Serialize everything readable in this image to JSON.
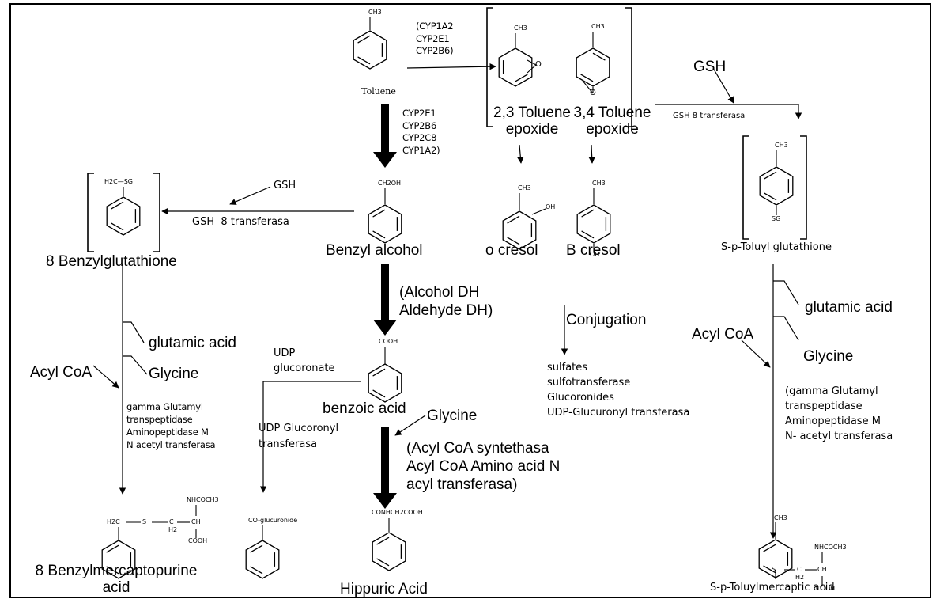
{
  "diagram": {
    "compounds": {
      "toluene": "Toluene",
      "epoxide23": "2,3 Toluene\nepoxide",
      "epoxide34": "3,4 Toluene\nepoxide",
      "benzyl_alcohol": "Benzyl alcohol",
      "o_cresol": "o cresol",
      "p_cresol": "B cresol",
      "benzylglutathione": "8 Benzylglutathione",
      "toluyl_glutathione": "S-p-Toluyl glutathione",
      "benzoic_acid": "benzoic acid",
      "hippuric_acid": "Hippuric Acid",
      "benzylmercaptopurine": "8 Benzylmercaptopurine\nacid",
      "toluylmercaptic": "S-p-Toluylmercaptic acid"
    },
    "enzymes": {
      "cyp_top": "(CYP1A2\nCYP2E1\nCYP2B6)",
      "cyp_down": "CYP2E1\nCYP2B6\nCYP2C8\nCYP1A2)",
      "gsh_transferase_left": "GSH  8 transferasa",
      "gsh_transferase_right": "GSH 8 transferasa",
      "alcohol_dh": "(Alcohol DH\nAldehyde DH)",
      "acyl_synthetase": "(Acyl CoA syntethasa\nAcyl CoA Amino acid N\nacyl transferasa)",
      "udp_transferase": "UDP Glucoronyl\ntransferasa",
      "peptidase_left": "gamma Glutamyl\ntranspeptidase\nAminopeptidase M\nN acetyl transferasa",
      "peptidase_right": "(gamma Glutamyl\ntranspeptidase\nAminopeptidase M\nN- acetyl transferasa"
    },
    "cofactors": {
      "gsh_left": "GSH",
      "gsh_right": "GSH",
      "glutamic_left": "glutamic acid",
      "glycine_left": "Glycine",
      "acyl_coa_left": "Acyl CoA",
      "udp_glucoronate": "UDP\nglucoronate",
      "glycine_mid": "Glycine",
      "glutamic_right": "glutamic acid",
      "glycine_right": "Glycine",
      "acyl_coa_right": "Acyl CoA"
    },
    "conjugation": {
      "title": "Conjugation",
      "products": "sulfates\nsulfotransferase\nGlucoronides\nUDP-Glucuronyl transferasa"
    },
    "groups": {
      "ch3": "CH3",
      "ch2oh": "CH2OH",
      "oh": "OH",
      "o": "O",
      "cooh": "COOH",
      "sg": "SG",
      "h2c_sg": "H2C—SG",
      "co_glucuronide": "CO-glucuronide",
      "conhch2cooh": "CONHCH2COOH",
      "nhcoch3": "NHCOCH3",
      "h2c": "H2C",
      "s": "S",
      "c": "C",
      "ch": "CH",
      "h2": "H2"
    }
  }
}
